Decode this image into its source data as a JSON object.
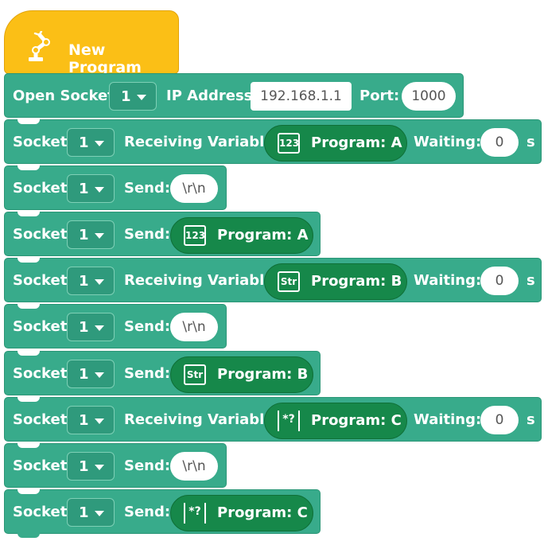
{
  "hat": {
    "label": "New Program",
    "icon": "robot-arm-icon",
    "color": "#fbbf16"
  },
  "colors": {
    "block": "#38ab8b",
    "variable": "#16884a"
  },
  "open_socket": {
    "label": "Open Socket",
    "socket": "1",
    "ip_label": "IP Address:",
    "ip": "192.168.1.1",
    "port_label": "Port:",
    "port": "1000"
  },
  "blocks": [
    {
      "type": "receive",
      "label": "Socket",
      "socket": "1",
      "action": "Receiving Variable:",
      "var_icon": "123",
      "variable": "Program:  A",
      "waiting_label": "Waiting:",
      "waiting": "0",
      "unit": "s"
    },
    {
      "type": "send_text",
      "label": "Socket",
      "socket": "1",
      "action": "Send:",
      "text": "\\r\\n"
    },
    {
      "type": "send_var",
      "label": "Socket",
      "socket": "1",
      "action": "Send:",
      "var_icon": "123",
      "variable": "Program:  A"
    },
    {
      "type": "receive",
      "label": "Socket",
      "socket": "1",
      "action": "Receiving Variable:",
      "var_icon": "Str",
      "variable": "Program:  B",
      "waiting_label": "Waiting:",
      "waiting": "0",
      "unit": "s"
    },
    {
      "type": "send_text",
      "label": "Socket",
      "socket": "1",
      "action": "Send:",
      "text": "\\r\\n"
    },
    {
      "type": "send_var",
      "label": "Socket",
      "socket": "1",
      "action": "Send:",
      "var_icon": "Str",
      "variable": "Program:  B"
    },
    {
      "type": "receive",
      "label": "Socket",
      "socket": "1",
      "action": "Receiving Variable:",
      "var_icon": "*?",
      "variable": "Program:  C",
      "waiting_label": "Waiting:",
      "waiting": "0",
      "unit": "s"
    },
    {
      "type": "send_text",
      "label": "Socket",
      "socket": "1",
      "action": "Send:",
      "text": "\\r\\n"
    },
    {
      "type": "send_var",
      "label": "Socket",
      "socket": "1",
      "action": "Send:",
      "var_icon": "*?",
      "variable": "Program:  C"
    }
  ]
}
